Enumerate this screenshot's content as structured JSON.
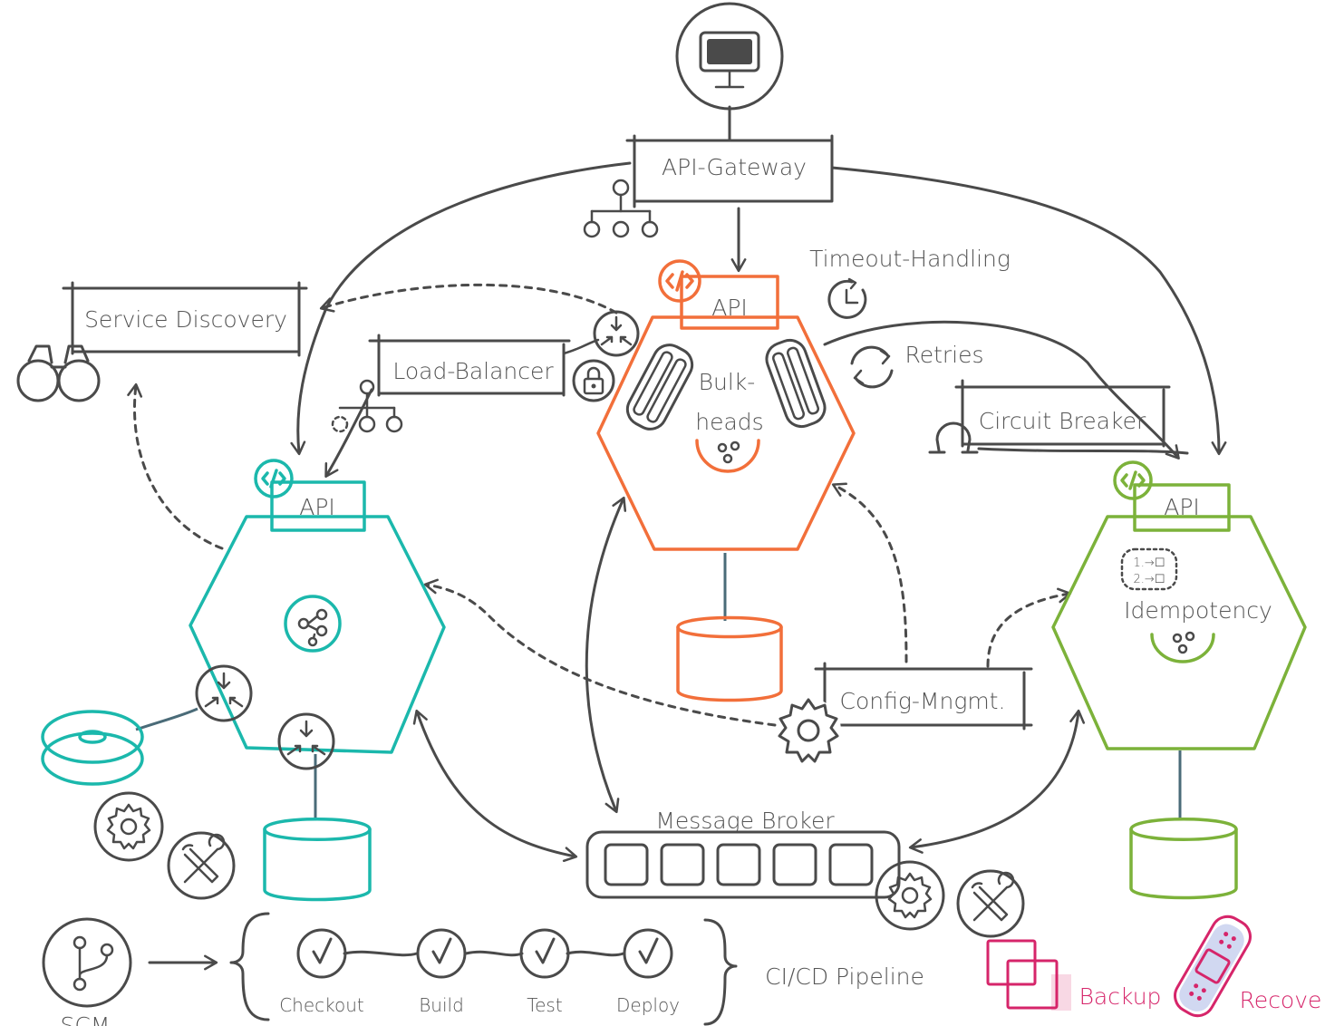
{
  "colors": {
    "ink": "#4a4a4a",
    "service_a": "#1bb8ac",
    "service_b": "#f26f3a",
    "service_c": "#7cb23a",
    "backup_recover": "#d6256a"
  },
  "labels": {
    "api_gateway": "API-Gateway",
    "service_discovery": "Service Discovery",
    "load_balancer": "Load-Balancer",
    "timeout_handling": "Timeout-Handling",
    "retries": "Retries",
    "circuit_breaker": "Circuit Breaker",
    "bulkheads_line1": "Bulk-",
    "bulkheads_line2": "heads",
    "api_left": "API",
    "api_center": "API",
    "api_right": "API",
    "idempotency": "Idempotency",
    "config_mngmt": "Config-Mngmt.",
    "message_broker": "Message Broker",
    "ci_cd_pipeline": "CI/CD Pipeline",
    "scm": "SCM",
    "backup": "Backup",
    "recover": "Recove",
    "idem_step1": "1.→☐",
    "idem_step2": "2.→☐"
  },
  "pipeline_steps": [
    {
      "label": "Checkout"
    },
    {
      "label": "Build"
    },
    {
      "label": "Test"
    },
    {
      "label": "Deploy"
    }
  ],
  "icons": [
    "monitor-icon",
    "hierarchy-icon",
    "binoculars-icon",
    "lock-icon",
    "router-icon",
    "timer-icon",
    "retry-icon",
    "magnet-icon",
    "code-icon",
    "gear-icon",
    "tools-icon",
    "disk-icon",
    "database-icon",
    "checkmark-icon",
    "git-branch-icon",
    "backup-icon",
    "bandage-icon",
    "cluster-icon"
  ]
}
